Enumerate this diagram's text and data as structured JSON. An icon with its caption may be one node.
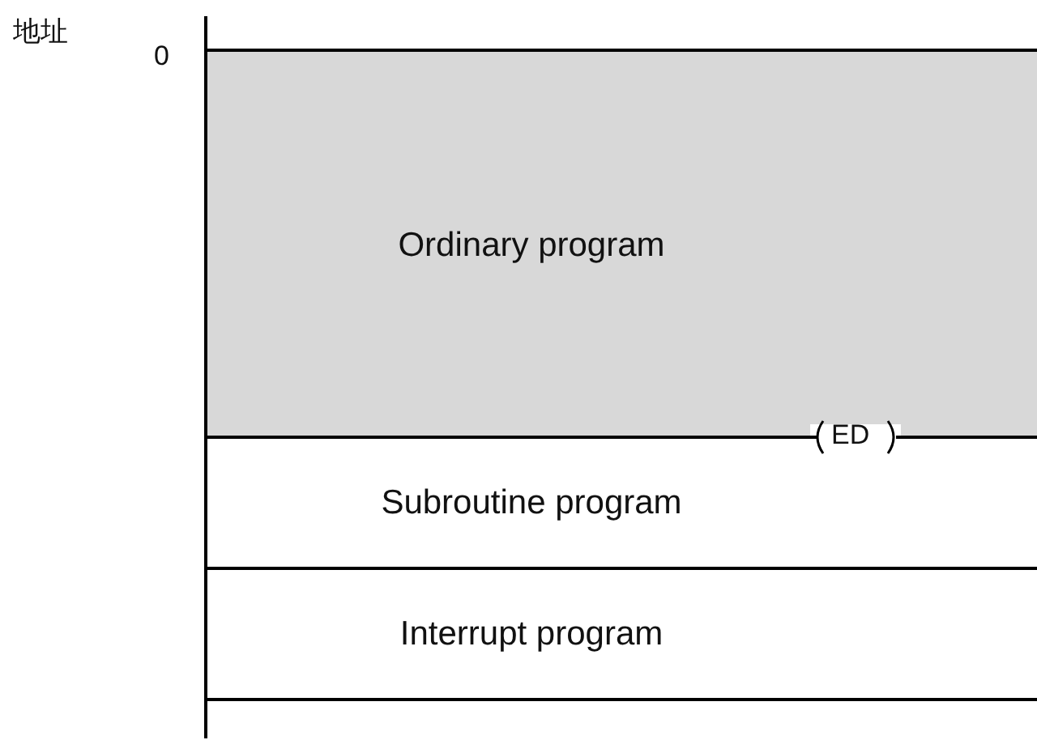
{
  "diagram": {
    "nodes": [
      {
        "text": [
          "Ordinary program"
        ]
      },
      {
        "text": [
          "Subroutine program"
        ]
      },
      {
        "text": [
          "Interrupt program"
        ]
      }
    ],
    "labels": [
      "地址",
      "0",
      "ED"
    ]
  }
}
